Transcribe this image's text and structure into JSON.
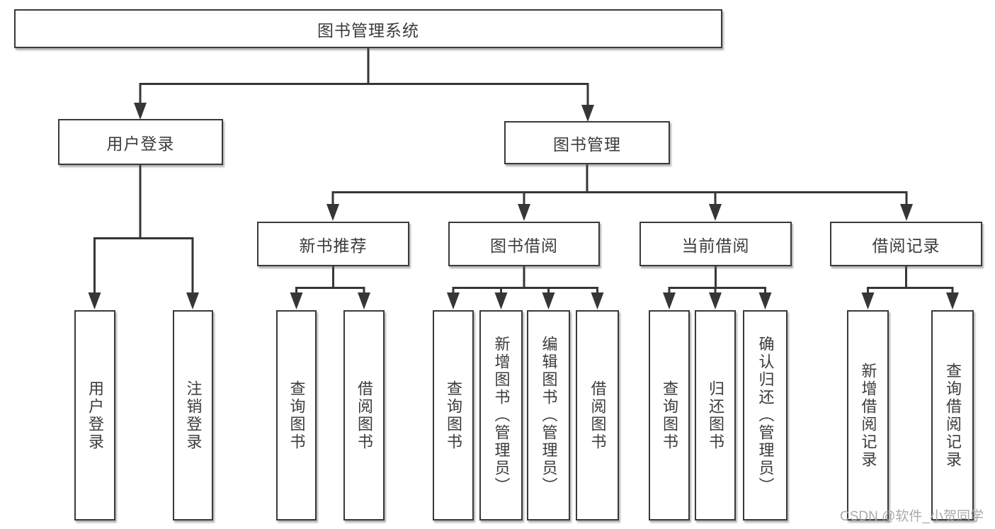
{
  "diagram": {
    "root": {
      "label": "图书管理系统"
    },
    "branches": [
      {
        "label": "用户登录",
        "children": [
          {
            "label": "用户登录"
          },
          {
            "label": "注销登录"
          }
        ]
      },
      {
        "label": "图书管理",
        "groups": [
          {
            "label": "新书推荐",
            "children": [
              {
                "label": "查询图书"
              },
              {
                "label": "借阅图书"
              }
            ]
          },
          {
            "label": "图书借阅",
            "children": [
              {
                "label": "查询图书"
              },
              {
                "label": "新增图书（管理员）"
              },
              {
                "label": "编辑图书（管理员）"
              },
              {
                "label": "借阅图书"
              }
            ]
          },
          {
            "label": "当前借阅",
            "children": [
              {
                "label": "查询图书"
              },
              {
                "label": "归还图书"
              },
              {
                "label": "确认归还（管理员）"
              }
            ]
          },
          {
            "label": "借阅记录",
            "children": [
              {
                "label": "新增借阅记录"
              },
              {
                "label": "查询借阅记录"
              }
            ]
          }
        ]
      }
    ]
  },
  "watermark": {
    "text": "CSDN @软件_小贺同学"
  },
  "colors": {
    "line": "#363636",
    "box_border": "#3a3a3a",
    "text": "#3c3c3c",
    "watermark": "#a3a3a3",
    "background": "#ffffff"
  }
}
